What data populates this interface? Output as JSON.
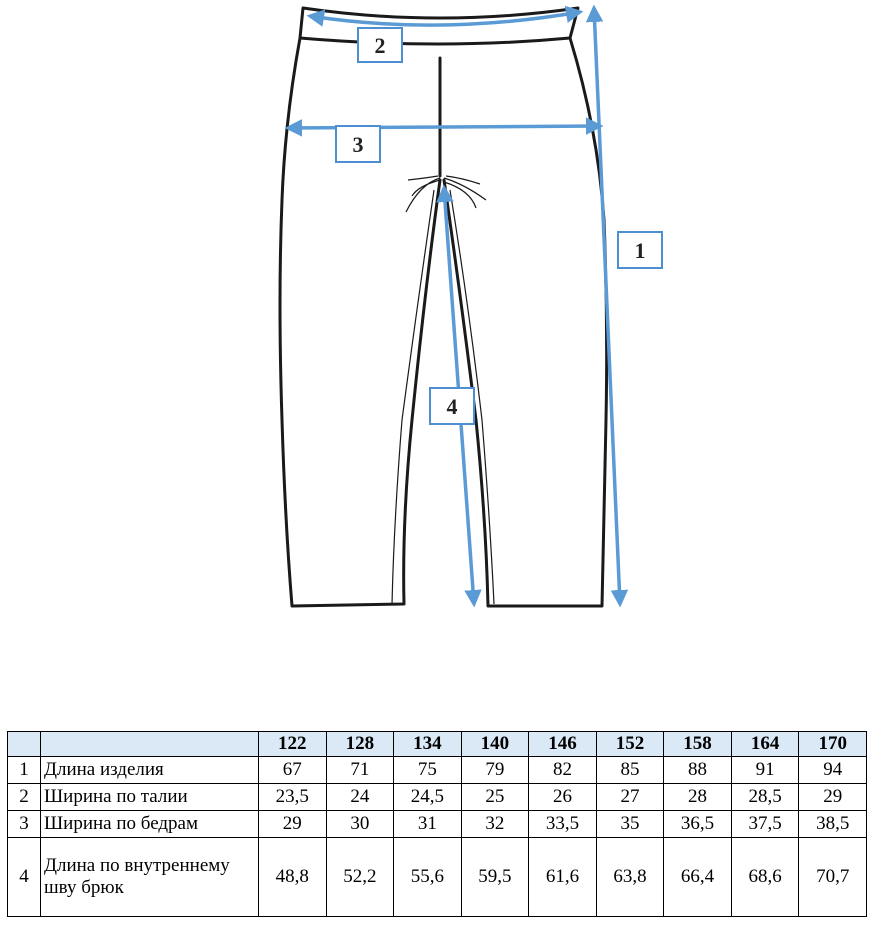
{
  "callouts": {
    "length": "1",
    "waist": "2",
    "hips": "3",
    "inseam": "4"
  },
  "colors": {
    "arrow": "#5b9bd5",
    "header_fill": "#dbe9f6"
  },
  "table": {
    "sizes": [
      "122",
      "128",
      "134",
      "140",
      "146",
      "152",
      "158",
      "164",
      "170"
    ],
    "rows": [
      {
        "num": "1",
        "label": "Длина изделия",
        "values": [
          "67",
          "71",
          "75",
          "79",
          "82",
          "85",
          "88",
          "91",
          "94"
        ]
      },
      {
        "num": "2",
        "label": "Ширина по талии",
        "values": [
          "23,5",
          "24",
          "24,5",
          "25",
          "26",
          "27",
          "28",
          "28,5",
          "29"
        ]
      },
      {
        "num": "3",
        "label": "Ширина по бедрам",
        "values": [
          "29",
          "30",
          "31",
          "32",
          "33,5",
          "35",
          "36,5",
          "37,5",
          "38,5"
        ]
      },
      {
        "num": "4",
        "label": "Длина по внутреннему шву брюк",
        "values": [
          "48,8",
          "52,2",
          "55,6",
          "59,5",
          "61,6",
          "63,8",
          "66,4",
          "68,6",
          "70,7"
        ]
      }
    ]
  }
}
